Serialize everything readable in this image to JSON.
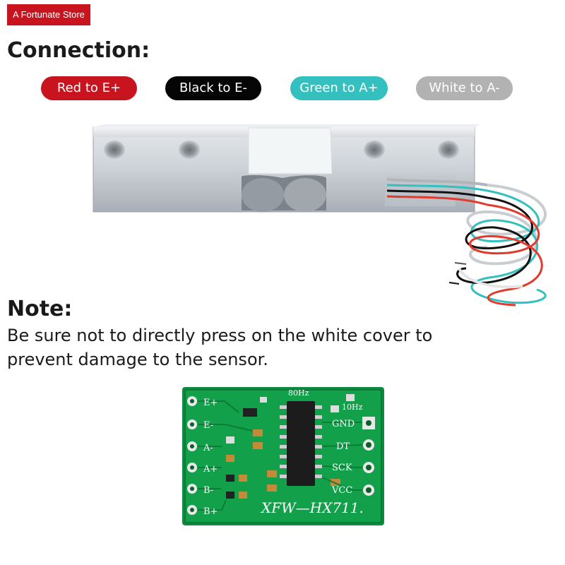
{
  "store": {
    "name": "A Fortunate Store"
  },
  "connection": {
    "title": "Connection:",
    "pills": [
      {
        "label": "Red to E+",
        "color": "#c8141e"
      },
      {
        "label": "Black to E-",
        "color": "#050505"
      },
      {
        "label": "Green to A+",
        "color": "#33c0bf"
      },
      {
        "label": "White to A-",
        "color": "#b2b2b2"
      }
    ]
  },
  "note": {
    "title": "Note:",
    "text": "Be sure not to directly press on the white cover to prevent damage to the sensor."
  },
  "board": {
    "pins_left": [
      "E+",
      "E-",
      "A-",
      "A+",
      "B-",
      "B+"
    ],
    "pins_right": [
      "GND",
      "DT",
      "SCK",
      "VCC"
    ],
    "freq_80": "80Hz",
    "freq_10": "10Hz",
    "model": "XFW—HX711."
  }
}
